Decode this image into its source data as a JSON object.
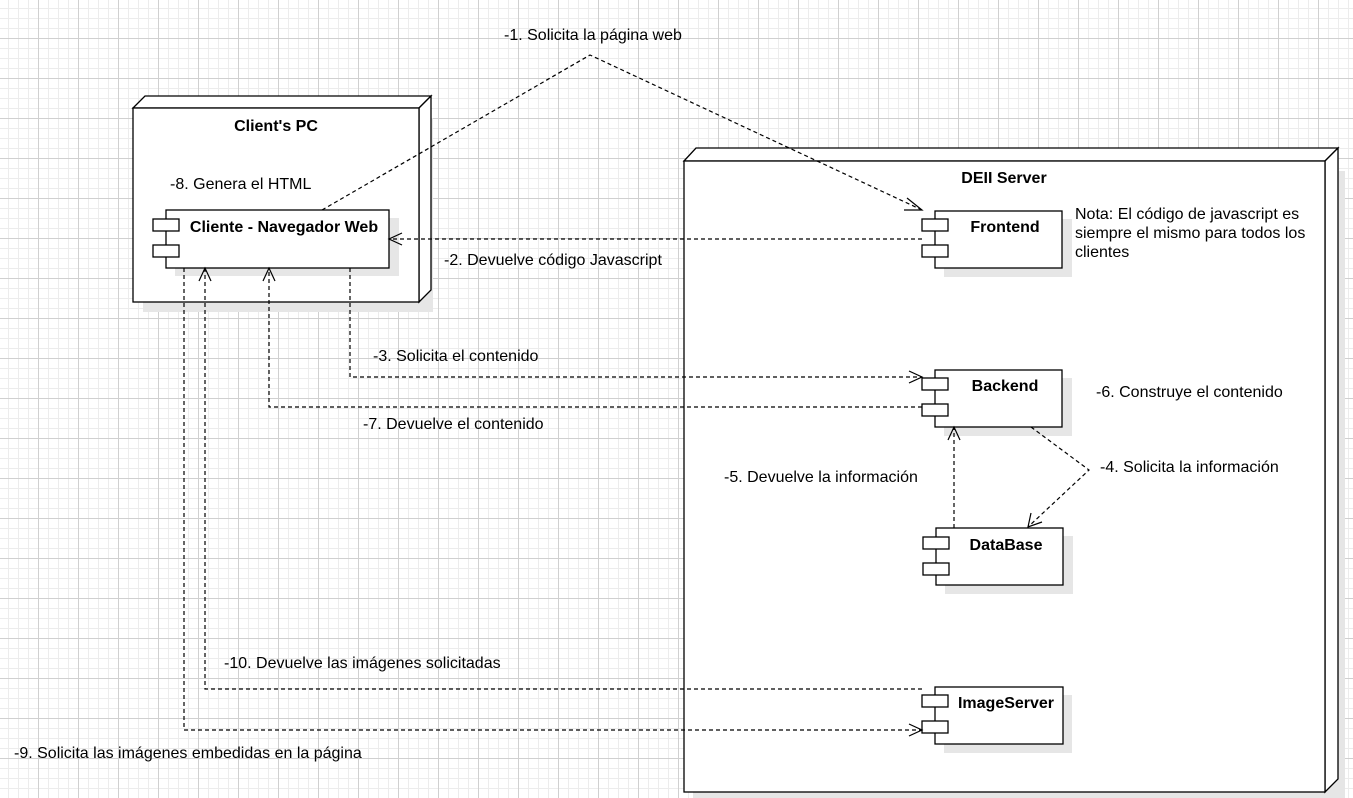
{
  "nodes": {
    "client_pc": "Client's PC",
    "server": "DEII Server"
  },
  "components": {
    "browser": "Cliente - Navegador Web",
    "frontend": "Frontend",
    "backend": "Backend",
    "database": "DataBase",
    "imageserver": "ImageServer"
  },
  "steps": {
    "s1": "-1. Solicita la página web",
    "s2": "-2. Devuelve código Javascript",
    "s3": "-3. Solicita el contenido",
    "s4": "-4. Solicita la información",
    "s5": "-5. Devuelve la información",
    "s6": "-6. Construye el contenido",
    "s7": "-7. Devuelve el contenido",
    "s8": "-8. Genera el HTML",
    "s9": "-9. Solicita las imágenes embedidas en la página",
    "s10": "-10. Devuelve las imágenes solicitadas"
  },
  "note": "Nota: El código de javascript es siempre el mismo para todos los clientes"
}
